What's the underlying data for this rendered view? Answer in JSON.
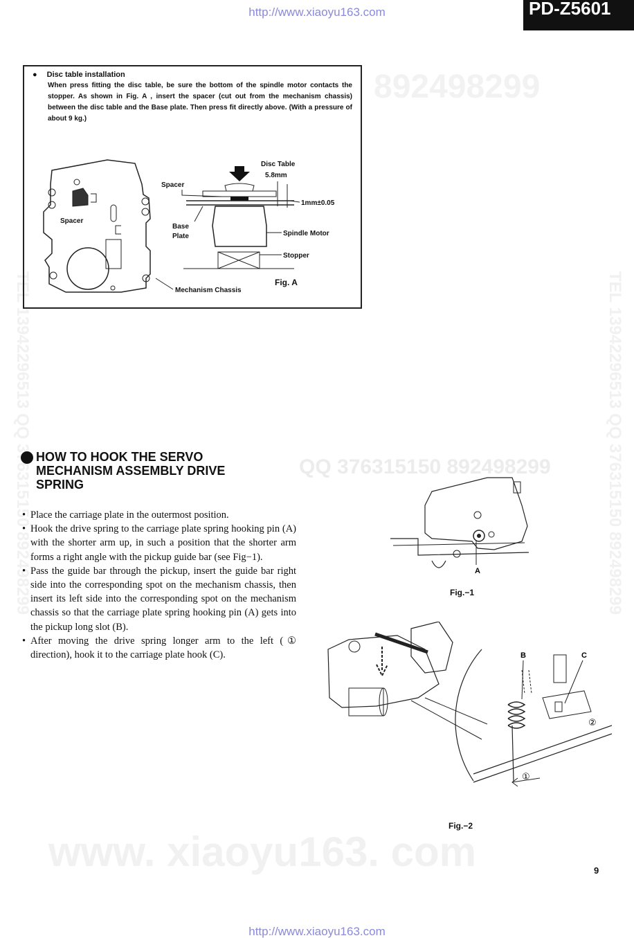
{
  "header": {
    "url_top": "http://www.xiaoyu163.com",
    "model": "PD-Z5601"
  },
  "watermarks": {
    "qq": "892498299",
    "qq_mid": "QQ 376315150 892498299",
    "site": "www. xiaoyu163. com",
    "tel_left": "TEL 13942296513 QQ 376315150 892498299",
    "tel_right": "TEL 13942296513 QQ 376315150 892498299"
  },
  "disc_table": {
    "title": "Disc table installation",
    "body": "When press fitting the disc table, be sure the bottom of the spindle motor contacts the stopper. As shown in Fig. A , insert the spacer (cut out from the mechanism chassis) between the disc table and the Base plate. Then press fit directly above. (With a pressure of about 9 kg.)",
    "figure": {
      "disc_table_label": "Disc Table",
      "dimension_label": "5.8mm",
      "spacer_label": "Spacer",
      "tolerance_label": "1mm±0.05",
      "base_plate_label": "Base Plate",
      "spindle_motor_label": "Spindle Motor",
      "stopper_label": "Stopper",
      "mechanism_chassis_label": "Mechanism Chassis",
      "spacer_left_label": "Spacer",
      "caption": "Fig. A"
    }
  },
  "servo_section": {
    "heading_line1": "HOW TO HOOK THE SERVO",
    "heading_line2": "MECHANISM ASSEMBLY DRIVE",
    "heading_line3": "SPRING",
    "steps": [
      "Place the carriage plate in the outermost position.",
      "Hook the drive spring to the carriage plate spring hooking pin (A) with the shorter arm up, in such a position that the shorter arm forms a right angle with the pickup guide bar (see Fig−1).",
      "Pass the guide bar through the pickup, insert the guide bar right side into the corresponding spot on the mechanism chassis, then insert its left side into the corresponding spot on the mechanism chassis so that the carriage plate spring hooking pin (A) gets into the pickup long slot (B).",
      "After moving the drive spring longer arm to the left (① direction), hook it to the carriage plate hook (C)."
    ],
    "fig1": {
      "label_a": "A",
      "caption": "Fig.−1"
    },
    "fig2": {
      "label_b": "B",
      "label_c": "C",
      "label_1": "①",
      "label_2": "②",
      "caption": "Fig.−2"
    }
  },
  "footer": {
    "page_number": "9",
    "url_bottom": "http://www.xiaoyu163.com"
  }
}
